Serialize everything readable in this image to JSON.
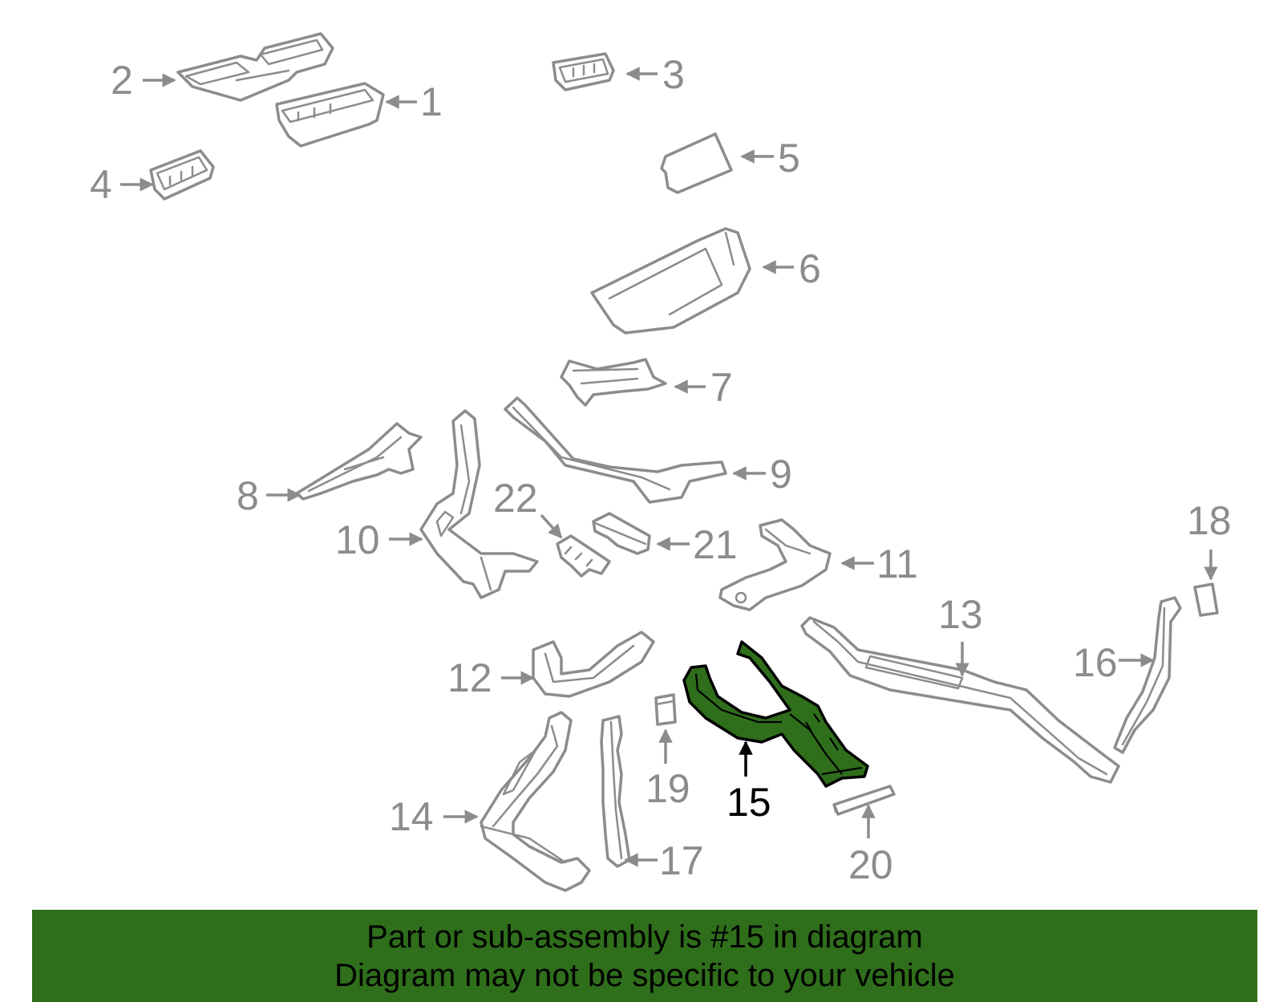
{
  "highlighted_part": "15",
  "callouts": {
    "p1": "1",
    "p2": "2",
    "p3": "3",
    "p4": "4",
    "p5": "5",
    "p6": "6",
    "p7": "7",
    "p8": "8",
    "p9": "9",
    "p10": "10",
    "p11": "11",
    "p12": "12",
    "p13": "13",
    "p14": "14",
    "p15": "15",
    "p16": "16",
    "p17": "17",
    "p18": "18",
    "p19": "19",
    "p20": "20",
    "p21": "21",
    "p22": "22"
  },
  "banner": {
    "line1": "Part or sub-assembly is #15 in diagram",
    "line2": "Diagram may not be specific to your vehicle"
  },
  "colors": {
    "highlight": "#2f6e1b",
    "parts_outline": "#8c8c8c",
    "banner": "#2f6e1b"
  }
}
